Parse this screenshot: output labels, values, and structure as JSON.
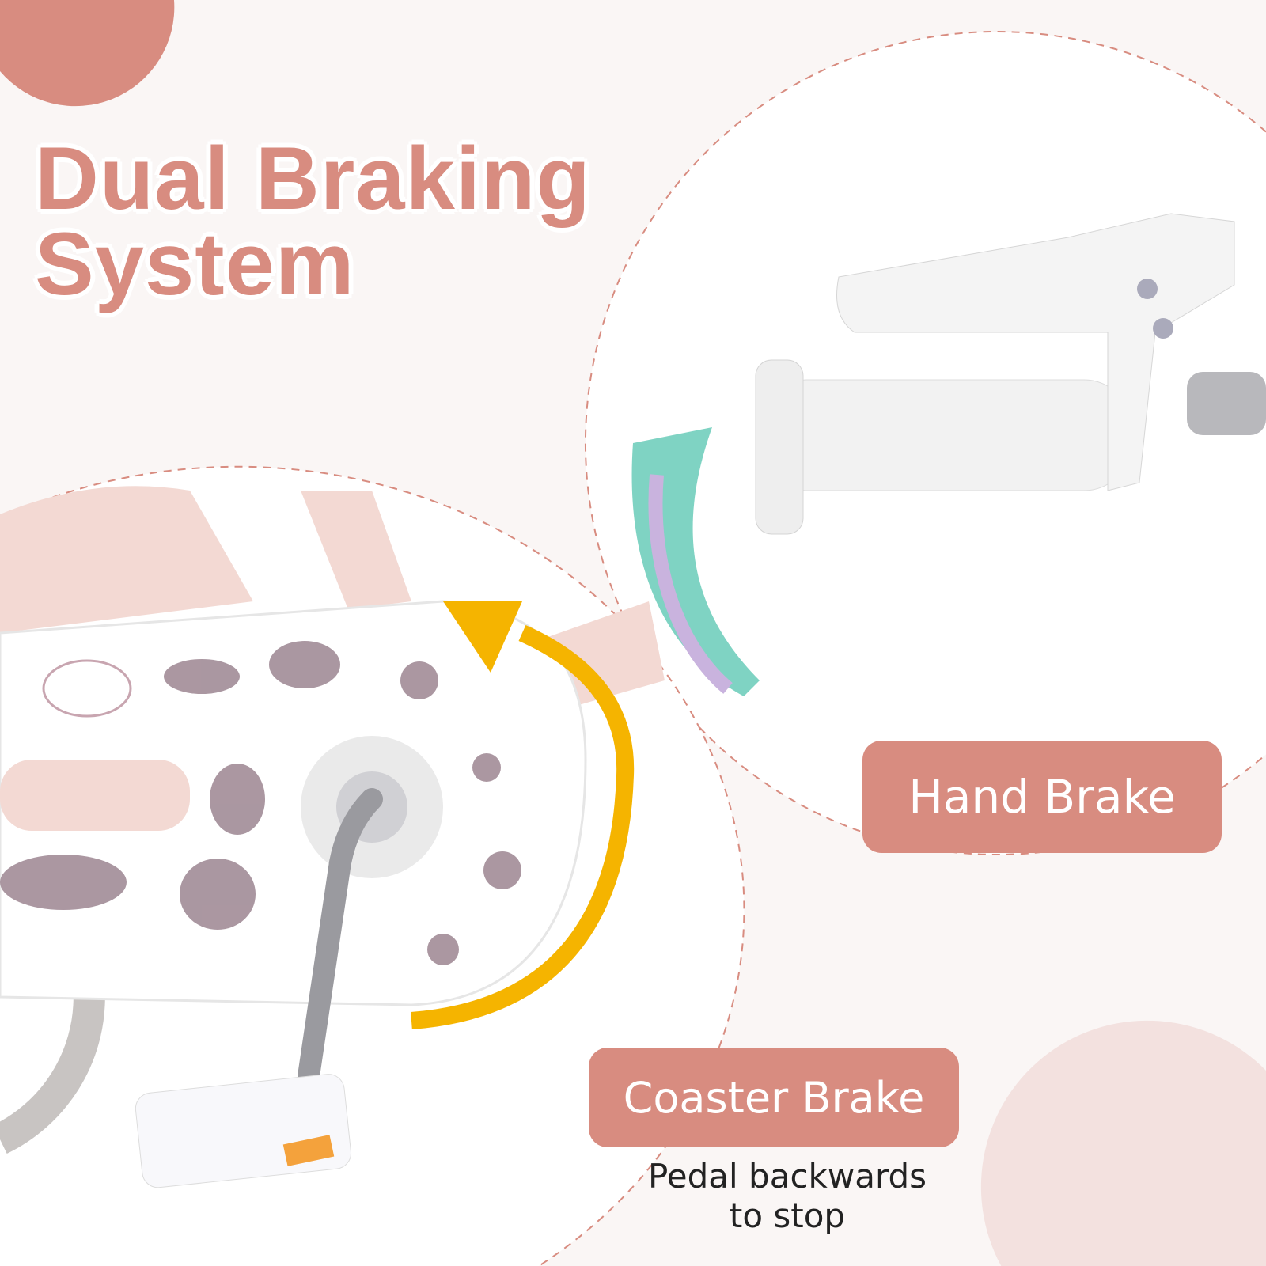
{
  "title": {
    "line1": "Dual Braking",
    "line2": "System"
  },
  "labels": {
    "hand_brake": "Hand Brake",
    "coaster_brake": "Coaster Brake",
    "coaster_note_line1": "Pedal backwards",
    "coaster_note_line2": "to stop"
  },
  "colors": {
    "accent": "#d88c80",
    "arrow": "#f5b400",
    "background": "#faf6f5"
  }
}
